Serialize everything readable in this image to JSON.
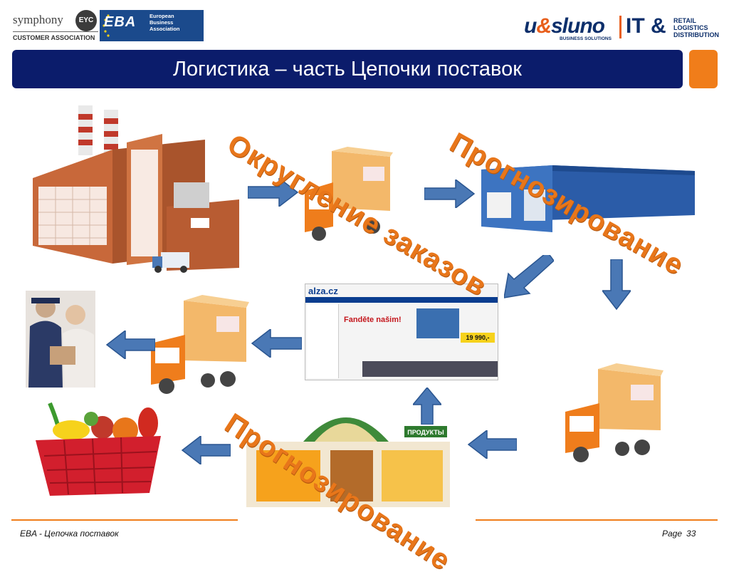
{
  "header": {
    "symphony": {
      "word": "symphony",
      "badge": "EYC",
      "subtitle": "CUSTOMER ASSOCIATION"
    },
    "eba": {
      "mark": "EBA",
      "line1": "European",
      "line2": "Business",
      "line3": "Association"
    },
    "usluno": {
      "name_before": "u",
      "name_amp": "&",
      "name_after": "sluno",
      "sub": "BUSINESS SOLUTIONS",
      "it": "IT &",
      "retail": "RETAIL",
      "logistics": "LOGISTICS",
      "distribution": "DISTRIBUTION"
    }
  },
  "title": "Логистика – часть Цепочки поставок",
  "labels": {
    "rounding": "Округление заказов",
    "forecast_top": "Прогнозирование",
    "forecast_bottom": "Прогнозирование"
  },
  "website": {
    "brand": "alza.cz",
    "promo": "Fanděte našim!",
    "price": "19 990,-"
  },
  "shop_sign": "ПРОДУКТЫ",
  "footer": {
    "left": "EBA - Цепочка поставок",
    "page_label": "Page",
    "page_number": "33"
  },
  "colors": {
    "title_bar": "#0b1c6b",
    "accent": "#f07d1a",
    "arrow": "#4a78b5",
    "label": "#e8761a"
  },
  "icons": [
    "factory-icon",
    "truck-icon",
    "warehouse-icon",
    "website-screenshot",
    "people-icon",
    "food-basket-icon",
    "grocery-shop-icon",
    "arrow-icon"
  ]
}
